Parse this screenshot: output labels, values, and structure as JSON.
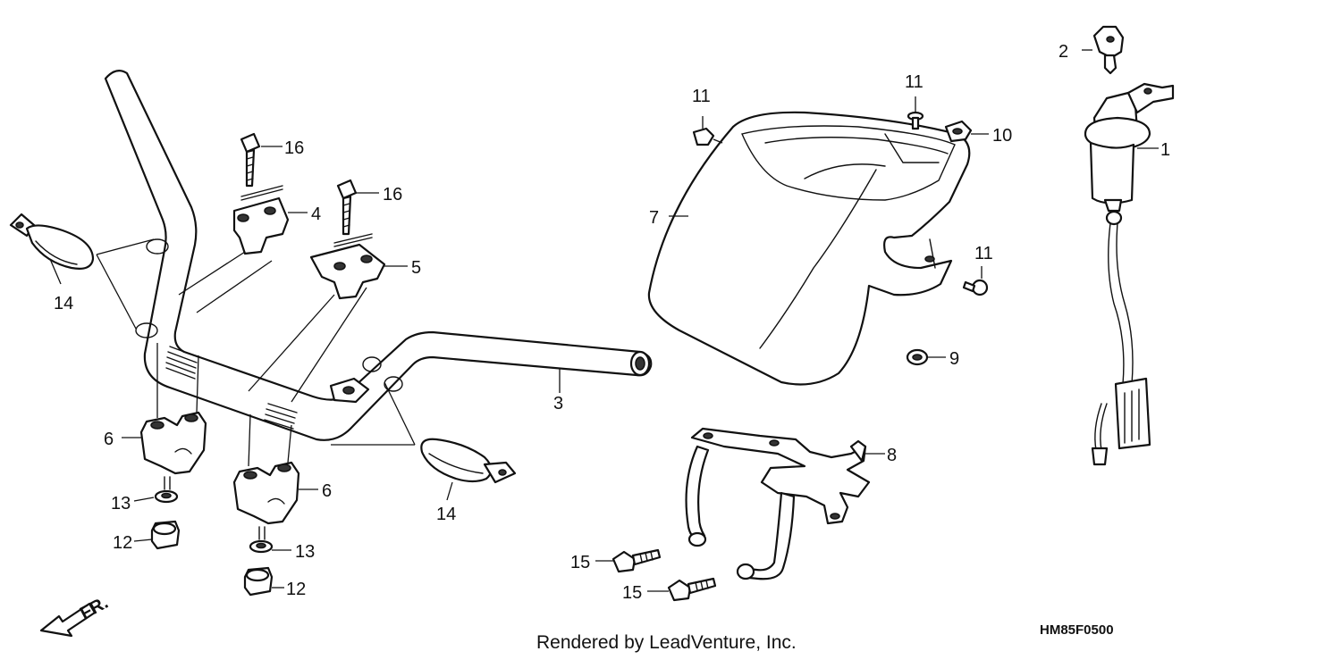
{
  "diagram": {
    "footer_credit": "Rendered by LeadVenture, Inc.",
    "diagram_code": "HM85F0500",
    "direction_label": "FR.",
    "callouts": [
      "1",
      "2",
      "3",
      "4",
      "5",
      "6",
      "6",
      "7",
      "8",
      "9",
      "10",
      "11",
      "11",
      "11",
      "12",
      "12",
      "13",
      "13",
      "14",
      "14",
      "15",
      "15",
      "16",
      "16"
    ]
  },
  "colors": {
    "line": "#111111",
    "background": "#ffffff"
  }
}
